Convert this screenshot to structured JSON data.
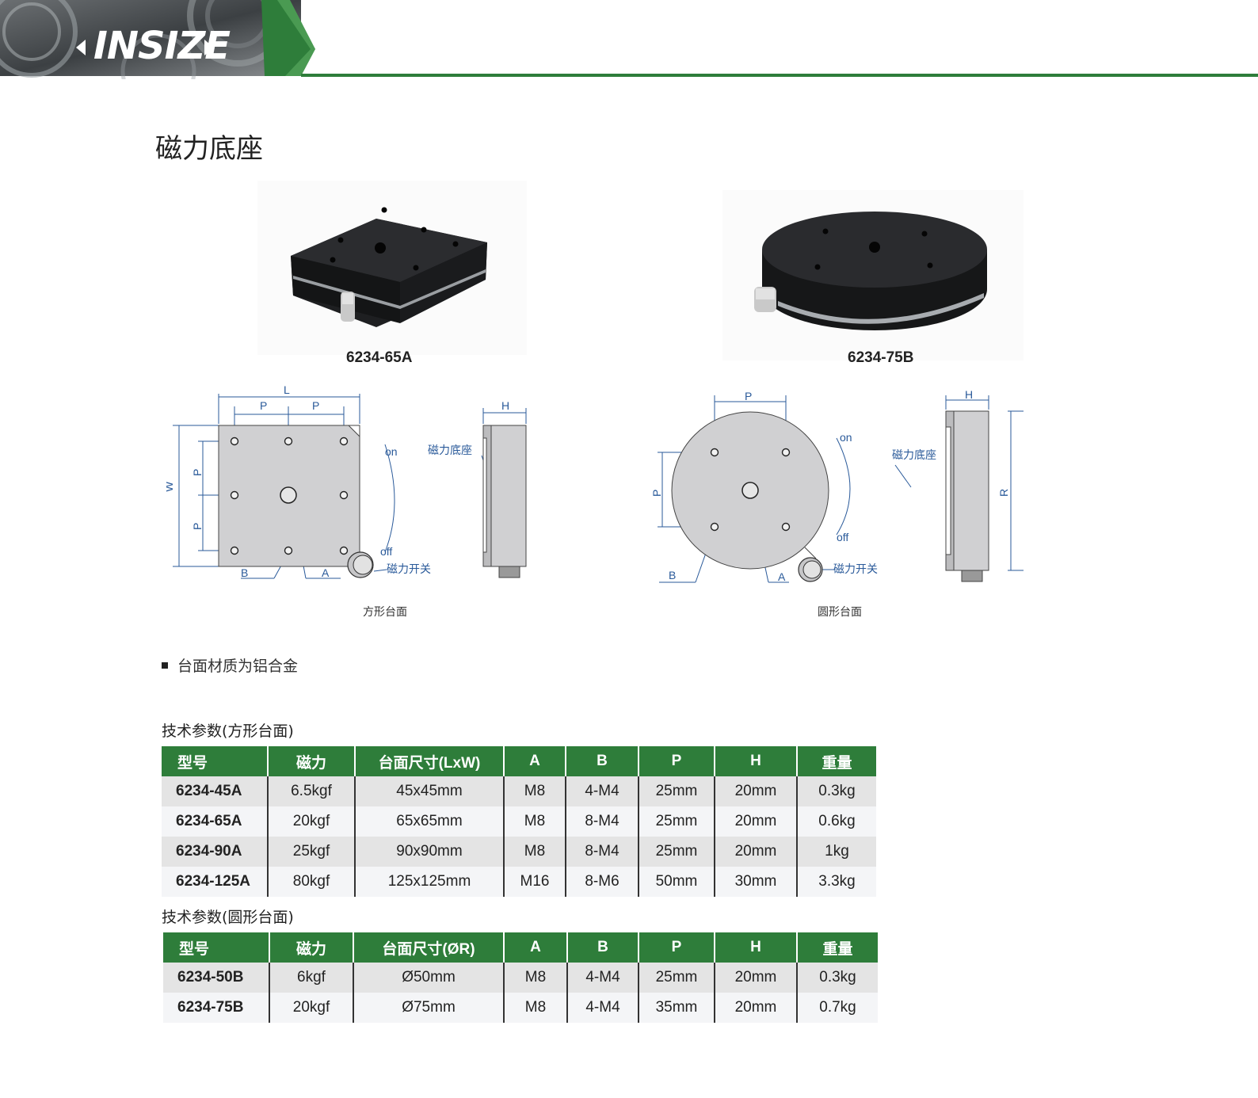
{
  "brand": {
    "logo_text": "INSIZE"
  },
  "page_title": "磁力底座",
  "products": [
    {
      "model": "6234-65A"
    },
    {
      "model": "6234-75B"
    }
  ],
  "diagrams": {
    "square": {
      "caption": "方形台面",
      "dims": {
        "L": "L",
        "P": "P",
        "W": "W",
        "H": "H",
        "A": "A",
        "B": "B"
      },
      "labels": {
        "on": "on",
        "off": "off",
        "base": "磁力底座",
        "switch": "磁力开关"
      }
    },
    "round": {
      "caption": "圆形台面",
      "dims": {
        "P": "P",
        "H": "H",
        "R": "R",
        "A": "A",
        "B": "B"
      },
      "labels": {
        "on": "on",
        "off": "off",
        "base": "磁力底座",
        "switch": "磁力开关"
      }
    }
  },
  "note": "台面材质为铝合金",
  "square_table": {
    "title": "技术参数(方形台面)",
    "headers": [
      "型号",
      "磁力",
      "台面尺寸(LxW)",
      "A",
      "B",
      "P",
      "H",
      "重量"
    ],
    "rows": [
      [
        "6234-45A",
        "6.5kgf",
        "45x45mm",
        "M8",
        "4-M4",
        "25mm",
        "20mm",
        "0.3kg"
      ],
      [
        "6234-65A",
        "20kgf",
        "65x65mm",
        "M8",
        "8-M4",
        "25mm",
        "20mm",
        "0.6kg"
      ],
      [
        "6234-90A",
        "25kgf",
        "90x90mm",
        "M8",
        "8-M4",
        "25mm",
        "20mm",
        "1kg"
      ],
      [
        "6234-125A",
        "80kgf",
        "125x125mm",
        "M16",
        "8-M6",
        "50mm",
        "30mm",
        "3.3kg"
      ]
    ]
  },
  "round_table": {
    "title": "技术参数(圆形台面)",
    "headers": [
      "型号",
      "磁力",
      "台面尺寸(ØR)",
      "A",
      "B",
      "P",
      "H",
      "重量"
    ],
    "rows": [
      [
        "6234-50B",
        "6kgf",
        "Ø50mm",
        "M8",
        "4-M4",
        "25mm",
        "20mm",
        "0.3kg"
      ],
      [
        "6234-75B",
        "20kgf",
        "Ø75mm",
        "M8",
        "4-M4",
        "35mm",
        "20mm",
        "0.7kg"
      ]
    ]
  },
  "colors": {
    "accent_green": "#2e7d3a",
    "diagram_blue": "#2a5a9a",
    "part_gray": "#d0d0d2"
  }
}
